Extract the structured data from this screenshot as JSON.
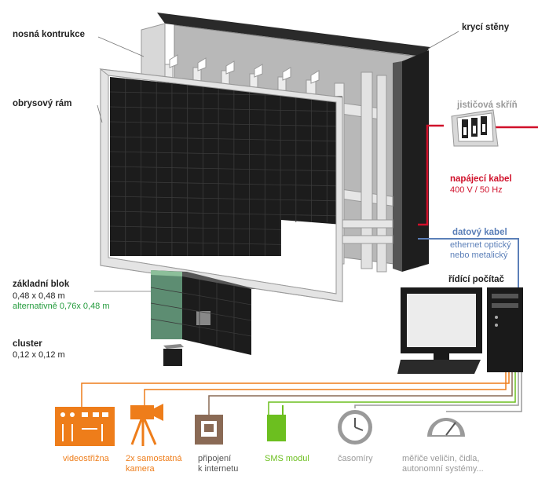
{
  "labels": {
    "nosna": "nosná kontrukce",
    "obrysovy": "obrysový rám",
    "kryci": "krycí stěny",
    "jisticova": "jističová skříň",
    "napajeci_title": "napájecí kabel",
    "napajeci_sub": "400 V / 50 Hz",
    "datovy_title": "datový kabel",
    "datovy_sub1": "ethernet optický",
    "datovy_sub2": "nebo metalický",
    "ridici": "řídící počítač",
    "zakladni_title": "základní blok",
    "zakladni_dim": "0,48 x 0,48 m",
    "zakladni_alt": "alternativně 0,76x 0,48 m",
    "cluster_title": "cluster",
    "cluster_dim": "0,12 x 0,12 m"
  },
  "devices": [
    {
      "label1": "videostřižna",
      "label2": ""
    },
    {
      "label1": "2x samostatná",
      "label2": "kamera"
    },
    {
      "label1": "připojení",
      "label2": "k internetu"
    },
    {
      "label1": "SMS modul",
      "label2": ""
    },
    {
      "label1": "časomíry",
      "label2": ""
    },
    {
      "label1": "měřiče veličin, čidla,",
      "label2": "autonomní systémy..."
    }
  ],
  "colors": {
    "power": "#d0102a",
    "data": "#5b7fb8",
    "video": "#ee7d1a",
    "internet": "#8a6a55",
    "sms": "#6cbf1f",
    "clock": "#9a9a9a",
    "panel": "#222222",
    "alt_green": "#239b3c"
  }
}
